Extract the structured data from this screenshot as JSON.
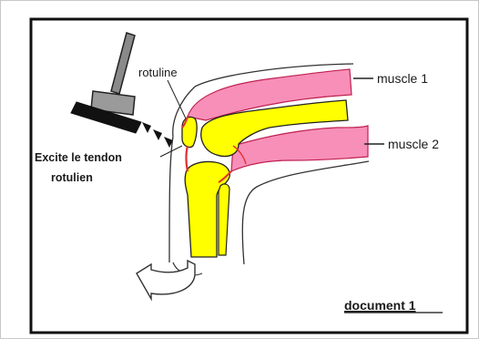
{
  "figure": {
    "labels": {
      "rotuline": "rotuline",
      "muscle1": "muscle 1",
      "muscle2": "muscle 2",
      "stimulus_line1": "Excite le tendon",
      "stimulus_line2": "rotulien",
      "caption": "document 1"
    },
    "colors": {
      "bone": "#ffff00",
      "muscle": "#f78fb8",
      "tendon": "#e03232",
      "outline": "#222222",
      "hammer_head": "#111111",
      "hammer_handle": "#7a7a7a"
    }
  }
}
